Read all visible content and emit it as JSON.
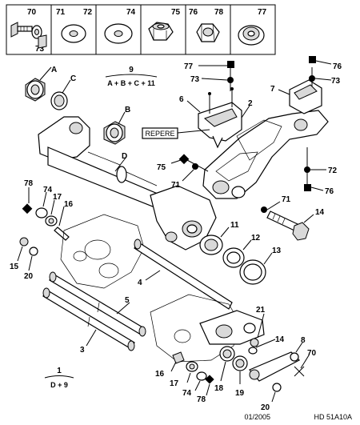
{
  "hardware_table": [
    {
      "label": "70",
      "label2": "73",
      "icon": "bolt-icon"
    },
    {
      "label": "71",
      "label2": "72",
      "icon": "washer-icon"
    },
    {
      "label": "74",
      "label2": "",
      "icon": "flat-washer-icon"
    },
    {
      "label": "75",
      "label2": "",
      "icon": "nylock-nut-icon"
    },
    {
      "label": "76",
      "label2": "78",
      "icon": "hex-nut-icon"
    },
    {
      "label": "77",
      "label2": "",
      "icon": "flange-nut-icon"
    }
  ],
  "kits": {
    "kit9_number": "9",
    "kit9_formula": "A + B + C + 11",
    "kit1_number": "1",
    "kit1_formula": "D + 9"
  },
  "callouts": {
    "A": "A",
    "B": "B",
    "C": "C",
    "D": "D",
    "n1": "1",
    "n2": "2",
    "n3": "3",
    "n4": "4",
    "n5": "5",
    "n6": "6",
    "n7": "7",
    "n8": "8",
    "n11": "11",
    "n12": "12",
    "n13": "13",
    "n14": "14",
    "n14b": "14",
    "n15": "15",
    "n16": "16",
    "n16b": "16",
    "n17": "17",
    "n17b": "17",
    "n18": "18",
    "n19": "19",
    "n20": "20",
    "n20b": "20",
    "n21": "21",
    "n70": "70",
    "n71": "71",
    "n71b": "71",
    "n72": "72",
    "n73": "73",
    "n73b": "73",
    "n74": "74",
    "n74b": "74",
    "n75": "75",
    "n76": "76",
    "n76b": "76",
    "n77": "77",
    "n78": "78",
    "n78b": "78"
  },
  "repere_label": "REPERE",
  "footer_date": "01/2005",
  "footer_ref": "HD 51A10A"
}
